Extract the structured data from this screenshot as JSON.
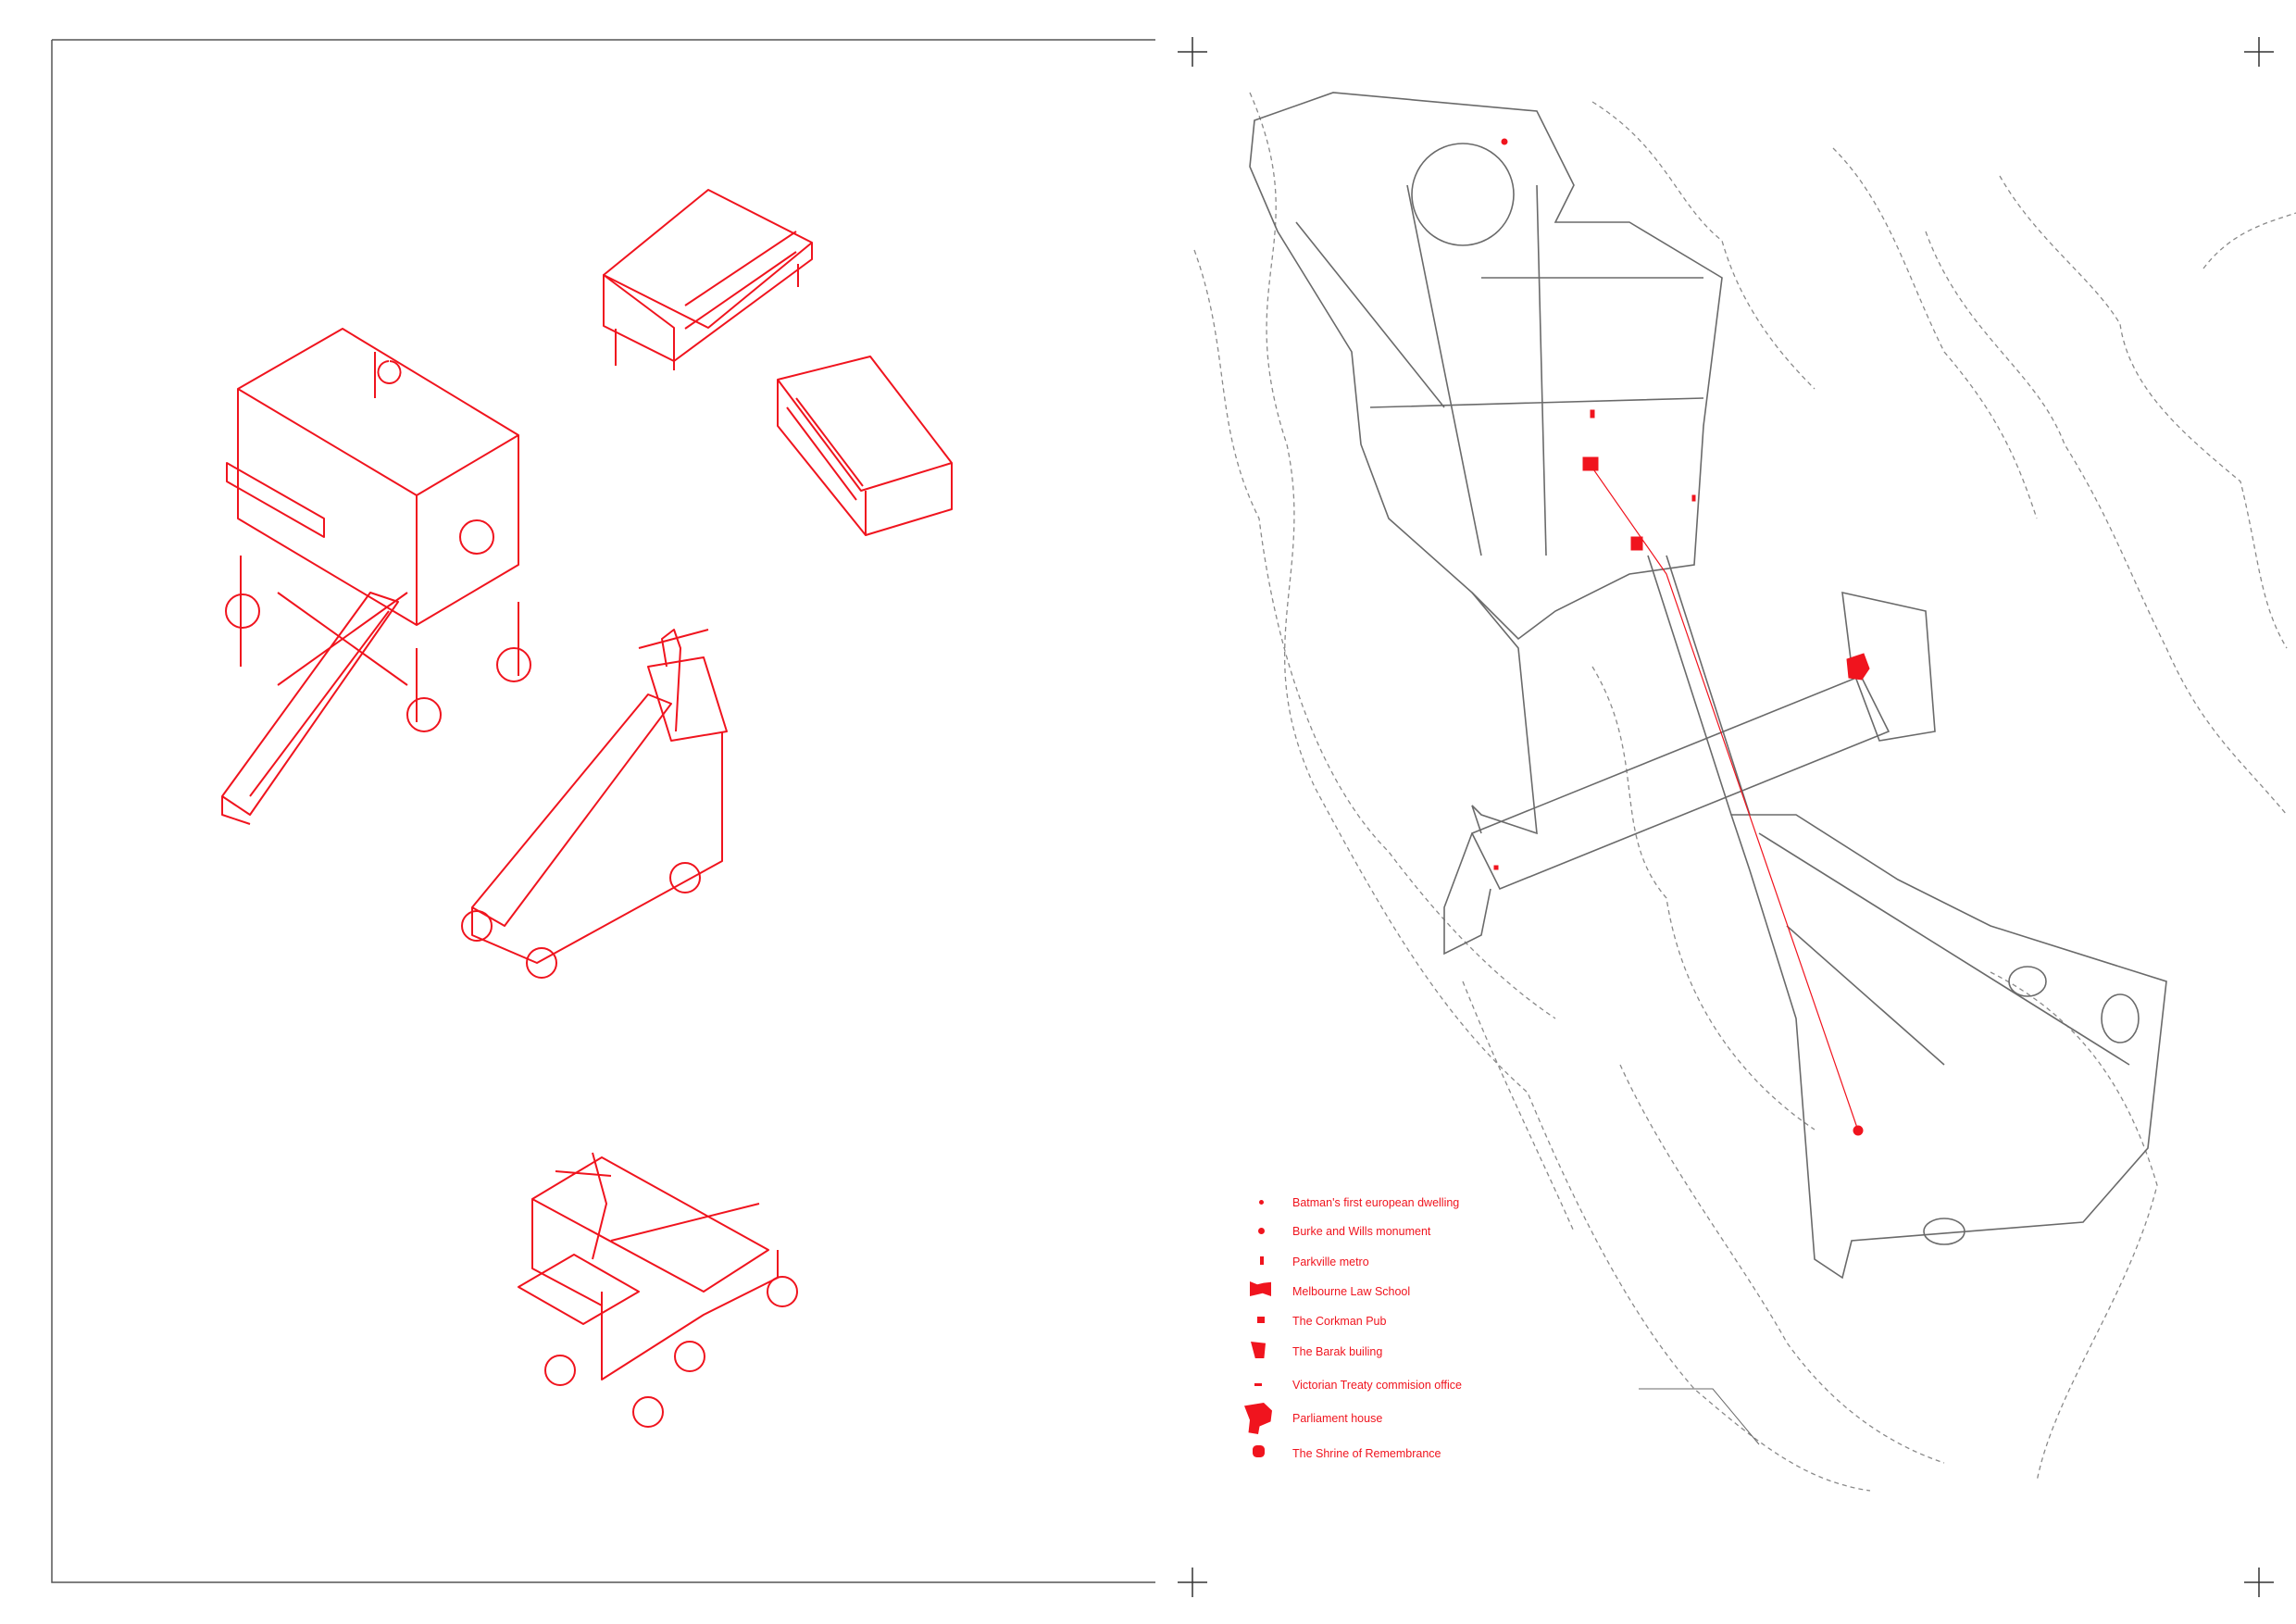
{
  "legend": {
    "items": [
      {
        "label": "Batman's first european dwelling"
      },
      {
        "label": "Burke and Wills monument"
      },
      {
        "label": "Parkville metro"
      },
      {
        "label": "Melbourne Law School"
      },
      {
        "label": "The Corkman Pub"
      },
      {
        "label": "The Barak builing"
      },
      {
        "label": "Victorian Treaty commision office"
      },
      {
        "label": "Parliament house"
      },
      {
        "label": "The Shrine of Remembrance"
      }
    ]
  },
  "colors": {
    "accent": "#f0141e",
    "map_lines": "#6a6a6a",
    "contours": "#8a8a8a"
  }
}
